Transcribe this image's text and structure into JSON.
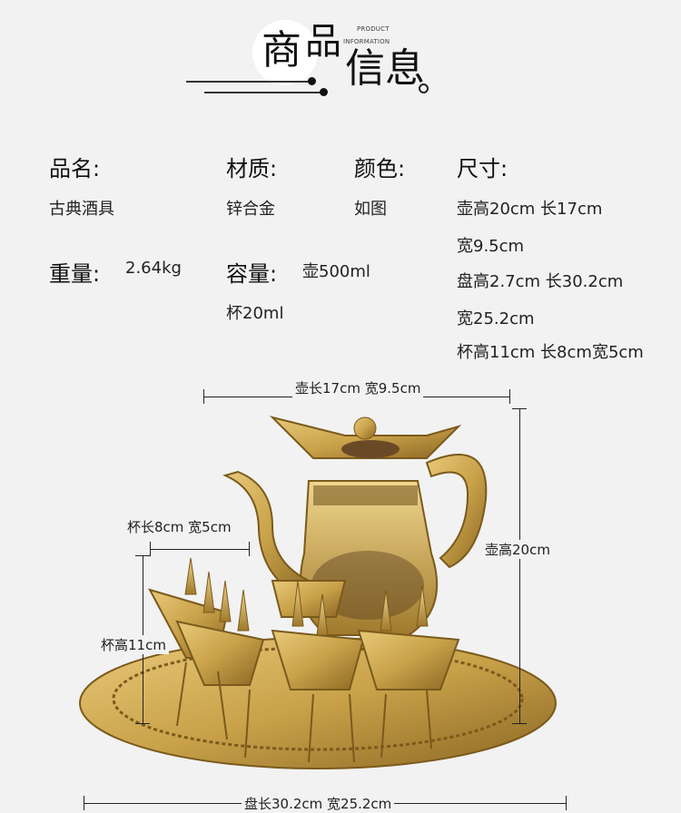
{
  "header": {
    "title_char1": "商",
    "title_char2": "品",
    "title_char3": "信",
    "title_char4": "息",
    "sub_line1": "PRODUCT",
    "sub_line2": "INFORMATION"
  },
  "info": {
    "name_label": "品名:",
    "name_value": "古典酒具",
    "material_label": "材质:",
    "material_value": "锌合金",
    "color_label": "颜色:",
    "color_value": "如图",
    "size_label": "尺寸:",
    "size_lines": [
      "壶高20cm 长17cm",
      "宽9.5cm",
      "盘高2.7cm 长30.2cm",
      "宽25.2cm",
      "杯高11cm 长8cm宽5cm"
    ],
    "weight_label": "重量:",
    "weight_value": "2.64kg",
    "capacity_label": "容量:",
    "capacity_value1": "壶500ml",
    "capacity_value2": "杯20ml"
  },
  "dimensions": {
    "pot_width": "壶长17cm 宽9.5cm",
    "pot_height": "壶高20cm",
    "cup_width": "杯长8cm 宽5cm",
    "cup_height": "杯高11cm",
    "tray_width": "盘长30.2cm 宽25.2cm"
  },
  "colors": {
    "brass": "#c9a24a",
    "brass_dark": "#7a5a1c",
    "background": "#f2f2f2"
  }
}
